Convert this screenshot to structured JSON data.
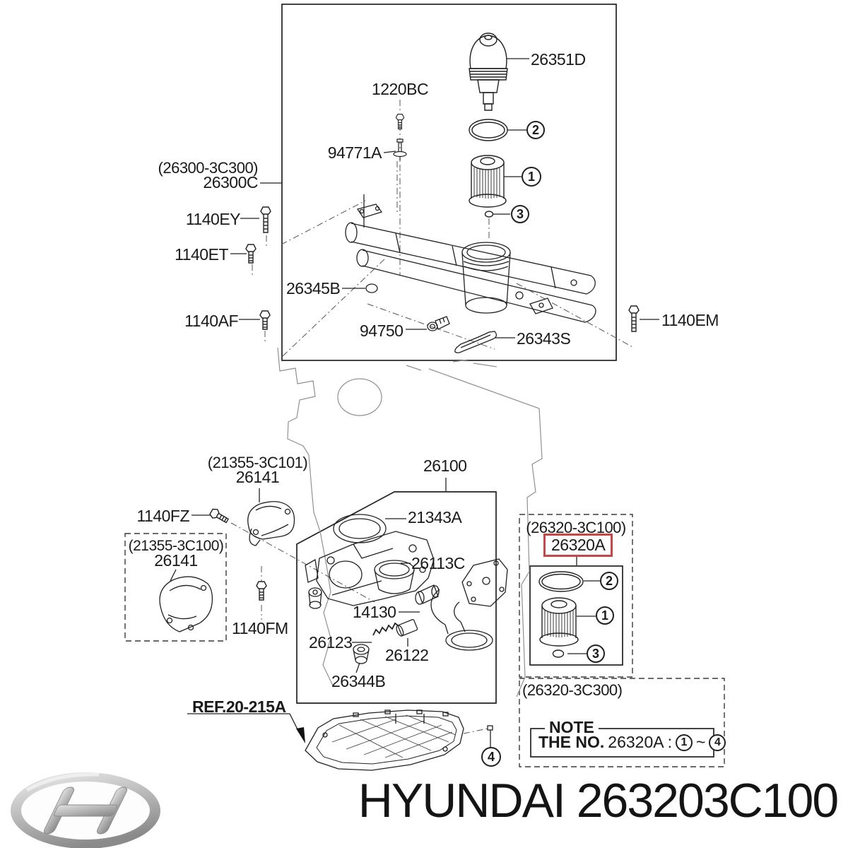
{
  "labels": {
    "group_code": "(26300-3C300)",
    "group_part": "26300C",
    "cap": "26351D",
    "bolt_1220bc": "1220BC",
    "stud_94771a": "94771A",
    "bolt_1140ey": "1140EY",
    "bolt_1140et": "1140ET",
    "bolt_1140af": "1140AF",
    "seal_26345b": "26345B",
    "switch_94750": "94750",
    "gasket_26343s": "26343S",
    "bolt_1140em": "1140EM",
    "cover_top_code": "(21355-3C101)",
    "cover_top_part": "26141",
    "bolt_1140fz": "1140FZ",
    "cover_bottom_code": "(21355-3C100)",
    "cover_bottom_part": "26141",
    "bolt_1140fm": "1140FM",
    "pump_26100": "26100",
    "cap_21343a": "21343A",
    "sleeve_26113c": "26113C",
    "strainer_14130": "14130",
    "spring_26123": "26123",
    "valve_26122": "26122",
    "plug_26344b": "26344B",
    "ref_label": "REF.20-215A",
    "kit_code": "(26320-3C100)",
    "kit_part": "26320A"
  },
  "callouts": {
    "one": "1",
    "two": "2",
    "three": "3",
    "four": "4"
  },
  "note": {
    "group_code": "(26320-3C300)",
    "title": "NOTE",
    "line_bold": "THE NO.",
    "line_part": "26320A",
    "colon": ":",
    "tilde": "~",
    "from": "1",
    "to": "4"
  },
  "footer": {
    "title": "HYUNDAI 263203C100"
  }
}
